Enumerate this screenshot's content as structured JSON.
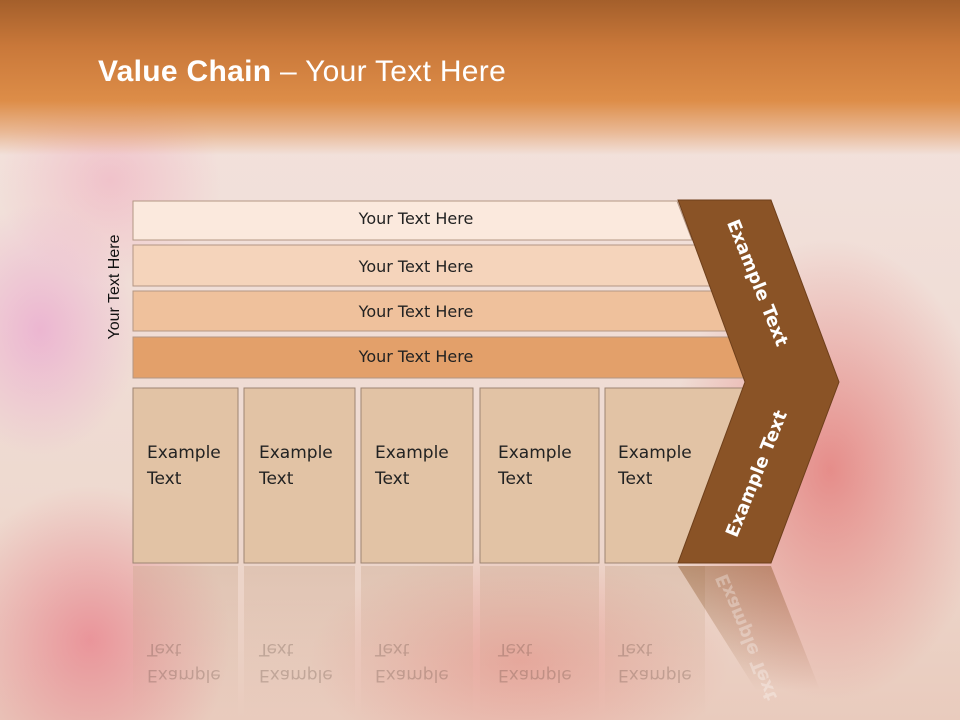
{
  "slide": {
    "title_bold": "Value Chain",
    "title_rest": " – Your Text Here",
    "side_label": "Your Text Here"
  },
  "rows": [
    {
      "label": "Your Text Here",
      "color": "#fbe9dd"
    },
    {
      "label": "Your Text Here",
      "color": "#f5d4bb"
    },
    {
      "label": "Your Text Here",
      "color": "#efc19c"
    },
    {
      "label": "Your Text Here",
      "color": "#e3a06a"
    }
  ],
  "boxes": [
    {
      "line1": "Example",
      "line2": "Text"
    },
    {
      "line1": "Example",
      "line2": "Text"
    },
    {
      "line1": "Example",
      "line2": "Text"
    },
    {
      "line1": "Example",
      "line2": "Text"
    },
    {
      "line1": "Example",
      "line2": "Text"
    }
  ],
  "chevron": {
    "top_label": "Example Text",
    "bottom_label": "Example Text",
    "color": "#8a5326"
  },
  "colors": {
    "box_fill": "#e2c3a5",
    "box_stroke": "#9d8472",
    "title_bar": "#c9783a"
  }
}
